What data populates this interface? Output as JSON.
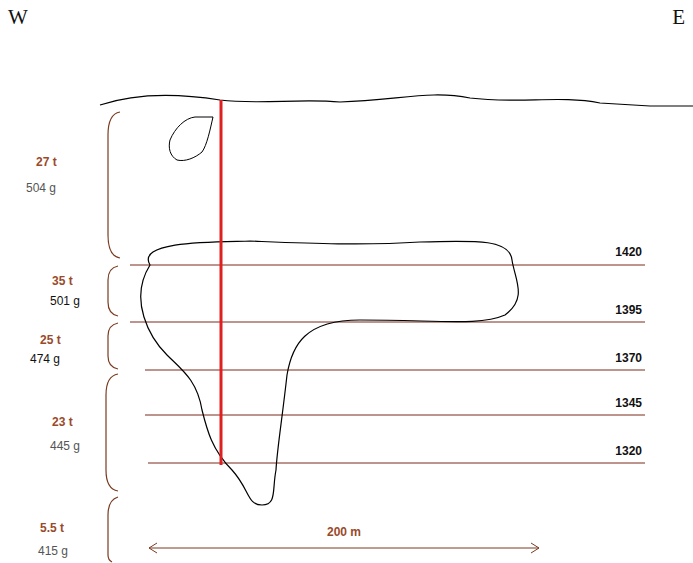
{
  "diagram": {
    "labels": [
      "W",
      "E",
      "27 t",
      "504 g",
      "35 t",
      "501 g",
      "25 t",
      "474 g",
      "23 t",
      "445 g",
      "5.5 t",
      "415 g",
      "1420",
      "1395",
      "1370",
      "1345",
      "1320",
      "200 m"
    ]
  }
}
